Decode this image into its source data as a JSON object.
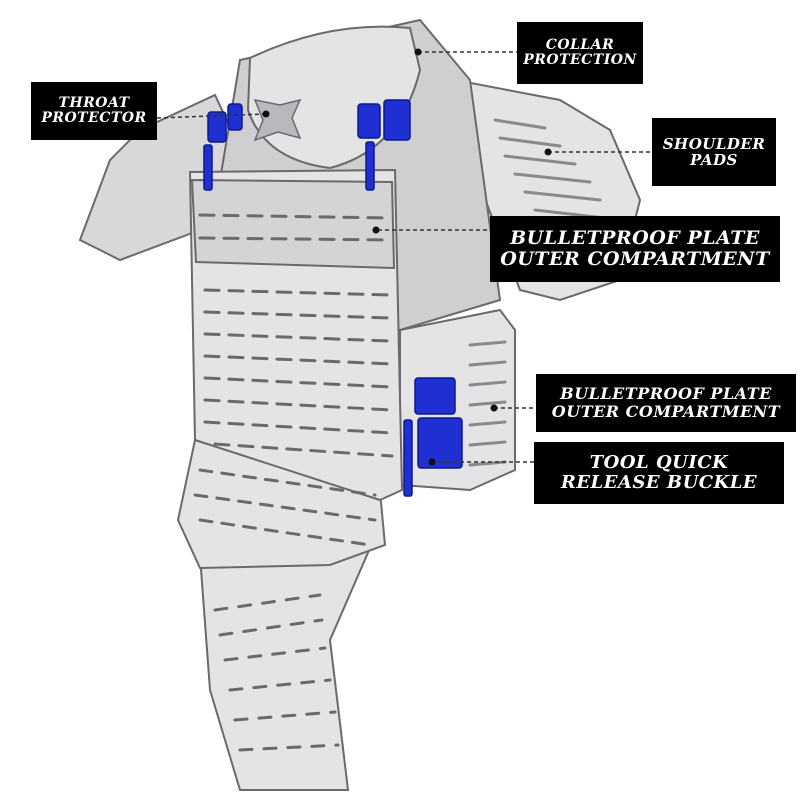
{
  "labels": {
    "collar": [
      "COLLAR",
      "PROTECTION"
    ],
    "throat": [
      "THROAT",
      "PROTECTOR"
    ],
    "shoulder": [
      "SHOULDER",
      "PADS"
    ],
    "plate_outer_front": [
      "BULLETPROOF PLATE",
      "OUTER COMPARTMENT"
    ],
    "plate_outer_side": [
      "BULLETPROOF PLATE",
      "OUTER COMPARTMENT"
    ],
    "buckle": [
      "TOOL QUICK",
      "RELEASE BUCKLE"
    ]
  },
  "colors": {
    "vest_fill": "#e4e4e6",
    "vest_shade": "#c9c9cc",
    "vest_dark": "#b9b9bd",
    "outline": "#6a6a6e",
    "buckle_blue": "#1f2fd1",
    "label_bg": "#000000",
    "label_text": "#ffffff"
  }
}
